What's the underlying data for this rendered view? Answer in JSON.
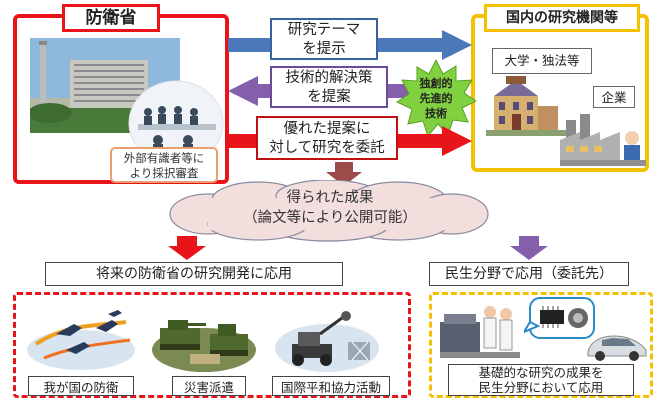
{
  "colors": {
    "red": "#e8141a",
    "orange": "#f5c000",
    "blue": "#4a78b8",
    "purple": "#8460ac",
    "cloud": "#f3dede"
  },
  "left_org": {
    "title": "防衛省",
    "caption_line1": "外部有識者等に",
    "caption_line2": "より採択審査"
  },
  "right_org": {
    "title": "国内の研究機関等",
    "label_university": "大学・独法等",
    "label_company": "企業"
  },
  "flows": {
    "theme_line1": "研究テーマ",
    "theme_line2": "を提示",
    "solution_line1": "技術的解決策",
    "solution_line2": "を提案",
    "commission_line1": "優れた提案に",
    "commission_line2": "対して研究を委託",
    "starburst_line1": "独創的",
    "starburst_line2": "先進的",
    "starburst_line3": "技術"
  },
  "result": {
    "line1": "得られた成果",
    "line2": "（論文等により公開可能）"
  },
  "defense_use": {
    "header": "将来の防衛省の研究開発に応用",
    "item1": "我が国の防衛",
    "item2": "災害派遣",
    "item3": "国際平和協力活動"
  },
  "civil_use": {
    "header": "民生分野で応用（委託先）",
    "body_line1": "基礎的な研究の成果を",
    "body_line2": "民生分野において応用"
  }
}
